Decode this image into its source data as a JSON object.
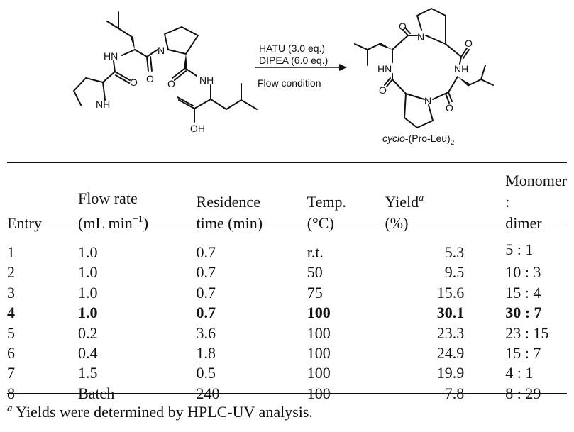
{
  "scheme": {
    "reagents": [
      "HATU (3.0 eq.)",
      "DIPEA (6.0 eq.)",
      "Flow condition"
    ],
    "sm_labels": {
      "hn": "HN",
      "nh_ring": "NH",
      "n_pro": "N",
      "nh_amide": "NH",
      "o1": "O",
      "o2": "O",
      "o3": "O",
      "oh": "OH"
    },
    "product_labels": {
      "n_top": "N",
      "n_bottom": "N",
      "hn": "HN",
      "nh": "NH",
      "o": "O"
    },
    "product_name_italic": "cyclo",
    "product_name_rest": "-(Pro-Leu)",
    "product_name_sub": "2"
  },
  "table": {
    "headers": {
      "entry": "Entry",
      "flow_rate_line1": "Flow rate",
      "flow_rate_line2_pre": "(mL min",
      "flow_rate_sup": "−1",
      "flow_rate_line2_post": ")",
      "residence_line1": "Residence",
      "residence_line2": "time (min)",
      "temp_line1": "Temp.",
      "temp_line2": "(°C)",
      "yield_line1": "Yield",
      "yield_sup": "a",
      "yield_line2": "(%)",
      "ratio_line1": "Monomer :",
      "ratio_line2": "dimer"
    },
    "rows": [
      {
        "entry": "1",
        "flow_rate": "1.0",
        "residence": "0.7",
        "temp": "r.t.",
        "yield": "5.3",
        "ratio": "5 : 1"
      },
      {
        "entry": "2",
        "flow_rate": "1.0",
        "residence": "0.7",
        "temp": "50",
        "yield": "9.5",
        "ratio": "10 : 3"
      },
      {
        "entry": "3",
        "flow_rate": "1.0",
        "residence": "0.7",
        "temp": "75",
        "yield": "15.6",
        "ratio": "15 : 4"
      },
      {
        "entry": "4",
        "flow_rate": "1.0",
        "residence": "0.7",
        "temp": "100",
        "yield": "30.1",
        "ratio": "30 : 7"
      },
      {
        "entry": "5",
        "flow_rate": "0.2",
        "residence": "3.6",
        "temp": "100",
        "yield": "23.3",
        "ratio": "23 : 15"
      },
      {
        "entry": "6",
        "flow_rate": "0.4",
        "residence": "1.8",
        "temp": "100",
        "yield": "24.9",
        "ratio": "15 : 7"
      },
      {
        "entry": "7",
        "flow_rate": "1.5",
        "residence": "0.5",
        "temp": "100",
        "yield": "19.9",
        "ratio": "4 : 1"
      },
      {
        "entry": "8",
        "flow_rate": "Batch",
        "residence": "240",
        "temp": "100",
        "yield": "7.8",
        "ratio": "8 : 29"
      }
    ],
    "bold_row_index": 3
  },
  "footnote": {
    "marker": "a",
    "text": " Yields were determined by HPLC-UV analysis."
  }
}
